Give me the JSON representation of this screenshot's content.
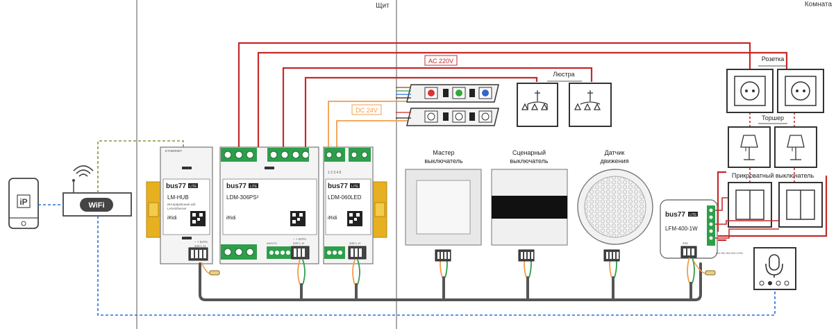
{
  "zones": {
    "cabinet": "Щит",
    "room": "Комната"
  },
  "labels": {
    "ac": "AC 220V",
    "dc": "DC 24V",
    "chandelier": "Люстра",
    "socket": "Розетка",
    "floor_lamp": "Торшер",
    "bedside": "Прикроватный выключатель",
    "master_1": "Мастер",
    "master_2": "выключатель",
    "scenario_1": "Сценарный",
    "scenario_2": "выключатель",
    "motion_1": "Датчик",
    "motion_2": "движения"
  },
  "devices": {
    "hub": {
      "brand": "bus77",
      "badge": "LITE",
      "model": "LM-HUB",
      "desc1": "Интерфейсный хаб",
      "desc2": "LAN-Ethernet",
      "powered": "iRidi",
      "port": "ETHERNET",
      "bottom": "− + DATA",
      "bottom2": "24V  L  H"
    },
    "ldm306": {
      "brand": "bus77",
      "badge": "LITE",
      "model": "LDM-306PS²",
      "powered": "iRidi",
      "bottom": "− + DATA",
      "bottom2": "24V  L  H",
      "inputs": "INPUTS"
    },
    "ldm060": {
      "brand": "bus77",
      "badge": "LITE",
      "model": "LDM-060LED",
      "powered": "iRidi",
      "bottom2": "24V  L  H",
      "nums": "1  2  3  4  5"
    },
    "lfm": {
      "brand": "bus77",
      "badge": "LITE",
      "model": "LFM-400-1W",
      "bottom": "24V",
      "inputs": "IN1 IN2 IN3 IN4 COM"
    }
  },
  "wifi": {
    "label": "WiFi"
  },
  "phone": {
    "letter": "iP"
  },
  "colors": {
    "ac": "#c62828",
    "dc": "#f39c4a",
    "bus": "#555555",
    "ethernet": "#7a9a3c",
    "wifi": "#2a6fd6",
    "terminal_green": "#2e9e4a",
    "din_yellow": "#e6b020"
  },
  "icons": [
    "chandelier-icon",
    "socket-icon",
    "floor-lamp-icon",
    "microphone-icon",
    "wifi-icon",
    "phone-icon"
  ]
}
